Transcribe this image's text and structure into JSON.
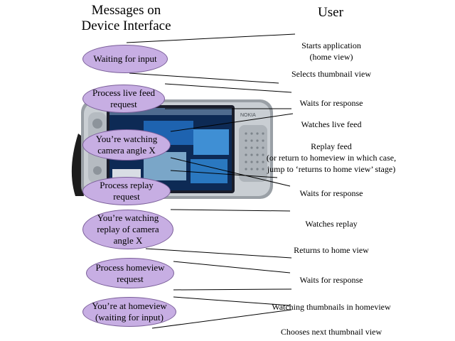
{
  "headers": {
    "device": "Messages on\nDevice Interface",
    "user": "User"
  },
  "device_messages": [
    "Waiting for input",
    "Process live feed\nrequest",
    "You’re watching\ncamera angle X",
    "Process replay\nrequest",
    "You’re watching\nreplay of camera\nangle X",
    "Process homeview\nrequest",
    "You’re at homeview\n(waiting for input)"
  ],
  "user_actions": [
    "Starts application\n(home view)",
    "Selects thumbnail view",
    "Waits for response",
    "Watches live feed",
    "Replay feed\n(or return to homeview in which case,\njump to ‘returns to home view’ stage)",
    "Waits for response",
    "Watches replay",
    "Returns to home view",
    "Waits for response",
    "Watching thumbnails in homeview",
    "Chooses next thumbnail view"
  ],
  "device_brand": "NOKIA",
  "colors": {
    "bubble_fill": "#c7aee3",
    "bubble_border": "#7a5e99",
    "line": "#000000"
  }
}
